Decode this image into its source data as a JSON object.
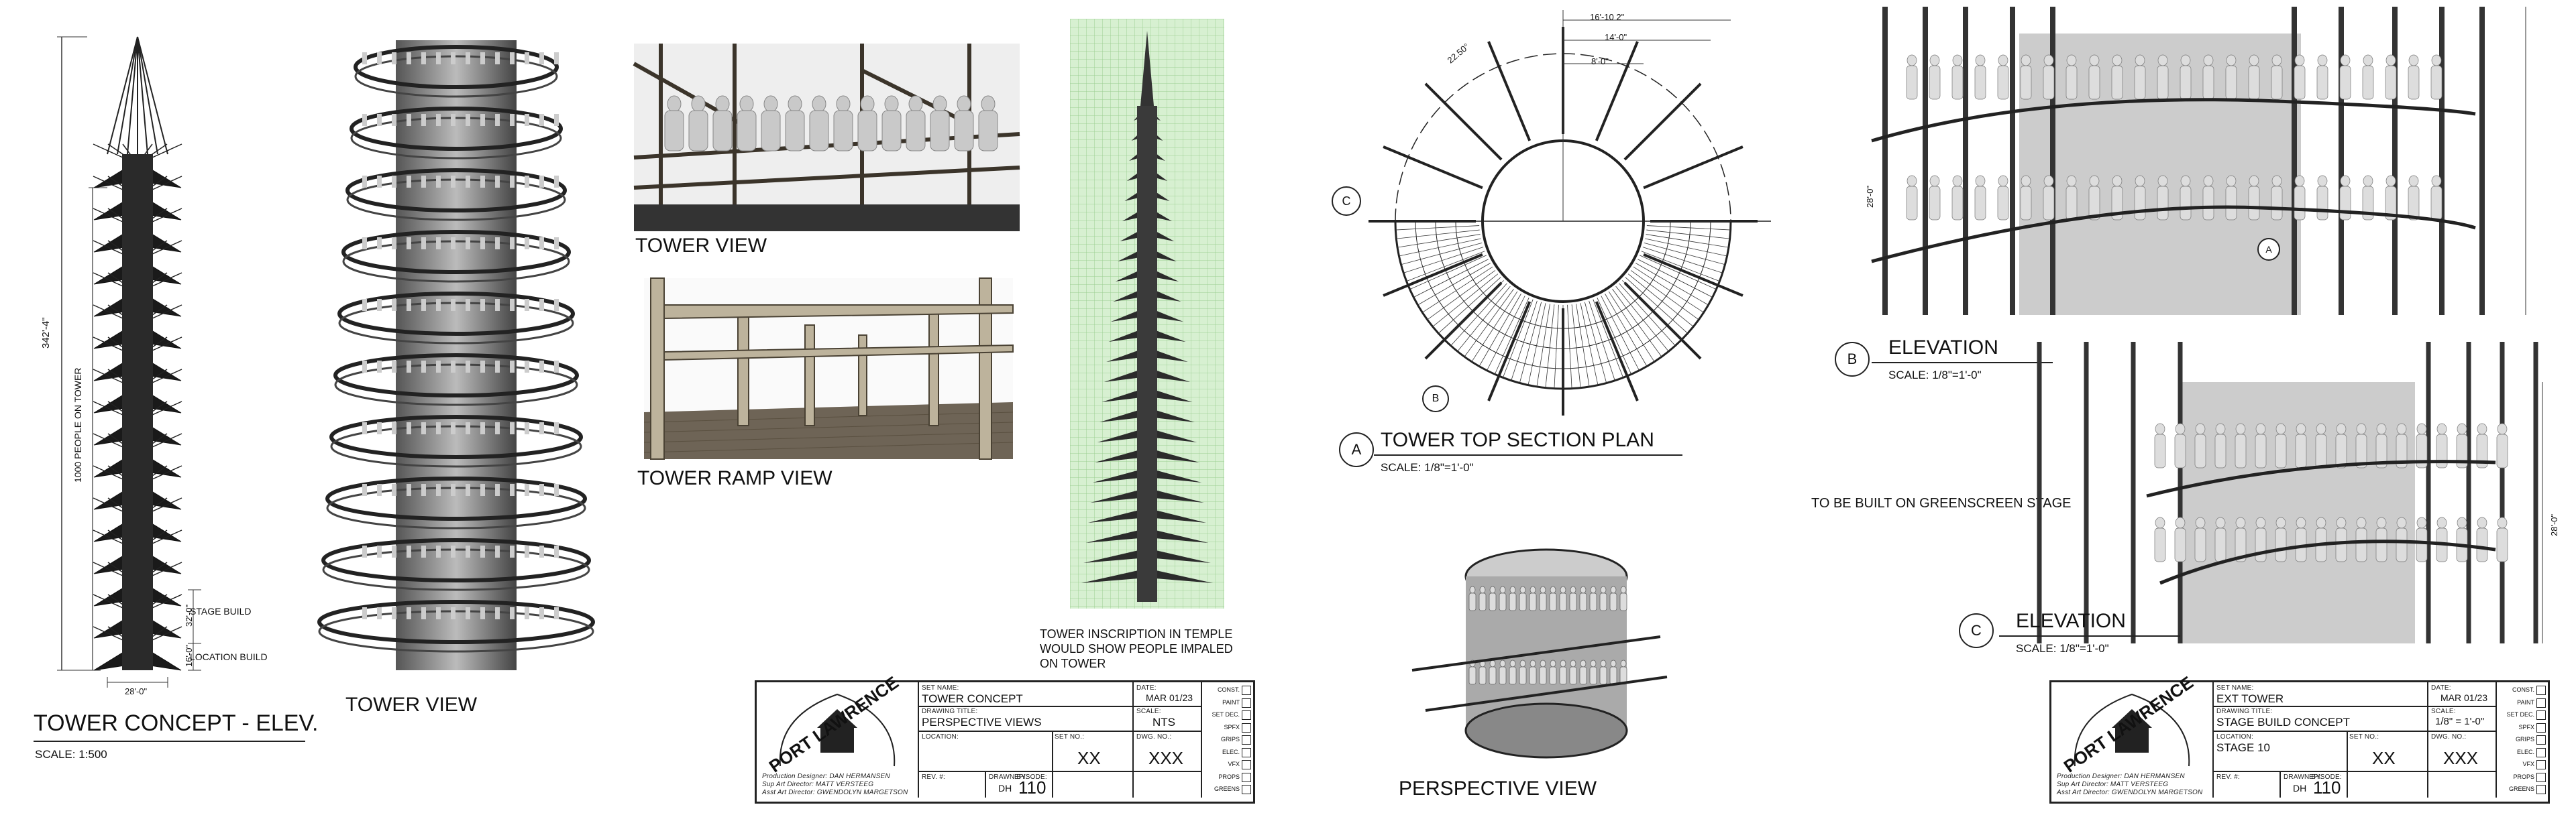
{
  "panels": {
    "elev": {
      "title": "TOWER CONCEPT - ELEV.",
      "scale": "SCALE: 1:500",
      "dims": {
        "height_total": "342'-4\"",
        "people": "1000 PEOPLE ON TOWER",
        "stage_build_label": "STAGE BUILD",
        "stage_build_dim": "32'-0\"",
        "location_build_label": "LOCATION BUILD",
        "location_build_dim": "16'-0\"",
        "base_width": "28'-0\""
      }
    },
    "tower_view_left": {
      "caption": "TOWER VIEW"
    },
    "tower_view_crop": {
      "caption": "TOWER VIEW"
    },
    "ramp_view": {
      "caption": "TOWER RAMP VIEW"
    },
    "inscription": {
      "note": [
        "TOWER INSCRIPTION IN TEMPLE",
        "WOULD SHOW PEOPLE IMPALED",
        "ON TOWER"
      ]
    },
    "plan": {
      "letter": "A",
      "title": "TOWER TOP SECTION PLAN",
      "scale": "SCALE: 1/8\"=1'-0\"",
      "dim_outer": "16'-10 2\"",
      "dim_mid": "14'-0\"",
      "dim_inner": "8'-0\"",
      "angle": "22.50°",
      "marker_c": "C",
      "marker_b": "B"
    },
    "perspective": {
      "caption": "PERSPECTIVE VIEW"
    },
    "elev_b": {
      "letter": "B",
      "title": "ELEVATION",
      "scale": "SCALE: 1/8\"=1'-0\"",
      "dim": "28'-0\"",
      "marker_a": "A"
    },
    "elev_c": {
      "letter": "C",
      "title": "ELEVATION",
      "scale": "SCALE: 1/8\"=1'-0\"",
      "dim": "28'-0\""
    },
    "note_greenscreen": "TO BE BUILT ON GREENSCREEN STAGE"
  },
  "titleblocks": [
    {
      "logo_text": "PORT LAWRENCE",
      "set_name_label": "SET NAME:",
      "set_name": "TOWER CONCEPT",
      "drawing_title_label": "DRAWING TITLE:",
      "drawing_title": "PERSPECTIVE VIEWS",
      "location_label": "LOCATION:",
      "location": "",
      "date_label": "DATE:",
      "date": "MAR 01/23",
      "scale_label": "SCALE:",
      "scale": "NTS",
      "set_no_label": "SET NO.:",
      "set_no": "XX",
      "dwg_no_label": "DWG. NO.:",
      "dwg_no": "XXX",
      "rev_label": "REV. #:",
      "drawn_label": "DRAWN BY:",
      "drawn": "DH",
      "episode_label": "EPISODE:",
      "episode": "110",
      "credits": [
        "Production Designer: DAN HERMANSEN",
        "Sup Art Director: MATT VERSTEEG",
        "Asst Art Director: GWENDOLYN MARGETSON"
      ],
      "checks": [
        "CONST.",
        "PAINT",
        "SET DEC.",
        "SPFX",
        "GRIPS",
        "ELEC.",
        "VFX",
        "PROPS",
        "GREENS"
      ]
    },
    {
      "logo_text": "PORT LAWRENCE",
      "set_name_label": "SET NAME:",
      "set_name": "EXT TOWER",
      "drawing_title_label": "DRAWING TITLE:",
      "drawing_title": "STAGE BUILD CONCEPT",
      "location_label": "LOCATION:",
      "location": "STAGE 10",
      "date_label": "DATE:",
      "date": "MAR 01/23",
      "scale_label": "SCALE:",
      "scale": "1/8\" = 1'-0\"",
      "set_no_label": "SET NO.:",
      "set_no": "XX",
      "dwg_no_label": "DWG. NO.:",
      "dwg_no": "XXX",
      "rev_label": "REV. #:",
      "drawn_label": "DRAWN BY:",
      "drawn": "DH",
      "episode_label": "EPISODE:",
      "episode": "110",
      "credits": [
        "Production Designer: DAN HERMANSEN",
        "Sup Art Director: MATT VERSTEEG",
        "Asst Art Director: GWENDOLYN MARGETSON"
      ],
      "checks": [
        "CONST.",
        "PAINT",
        "SET DEC.",
        "SPFX",
        "GRIPS",
        "ELEC.",
        "VFX",
        "PROPS",
        "GREENS"
      ]
    }
  ]
}
